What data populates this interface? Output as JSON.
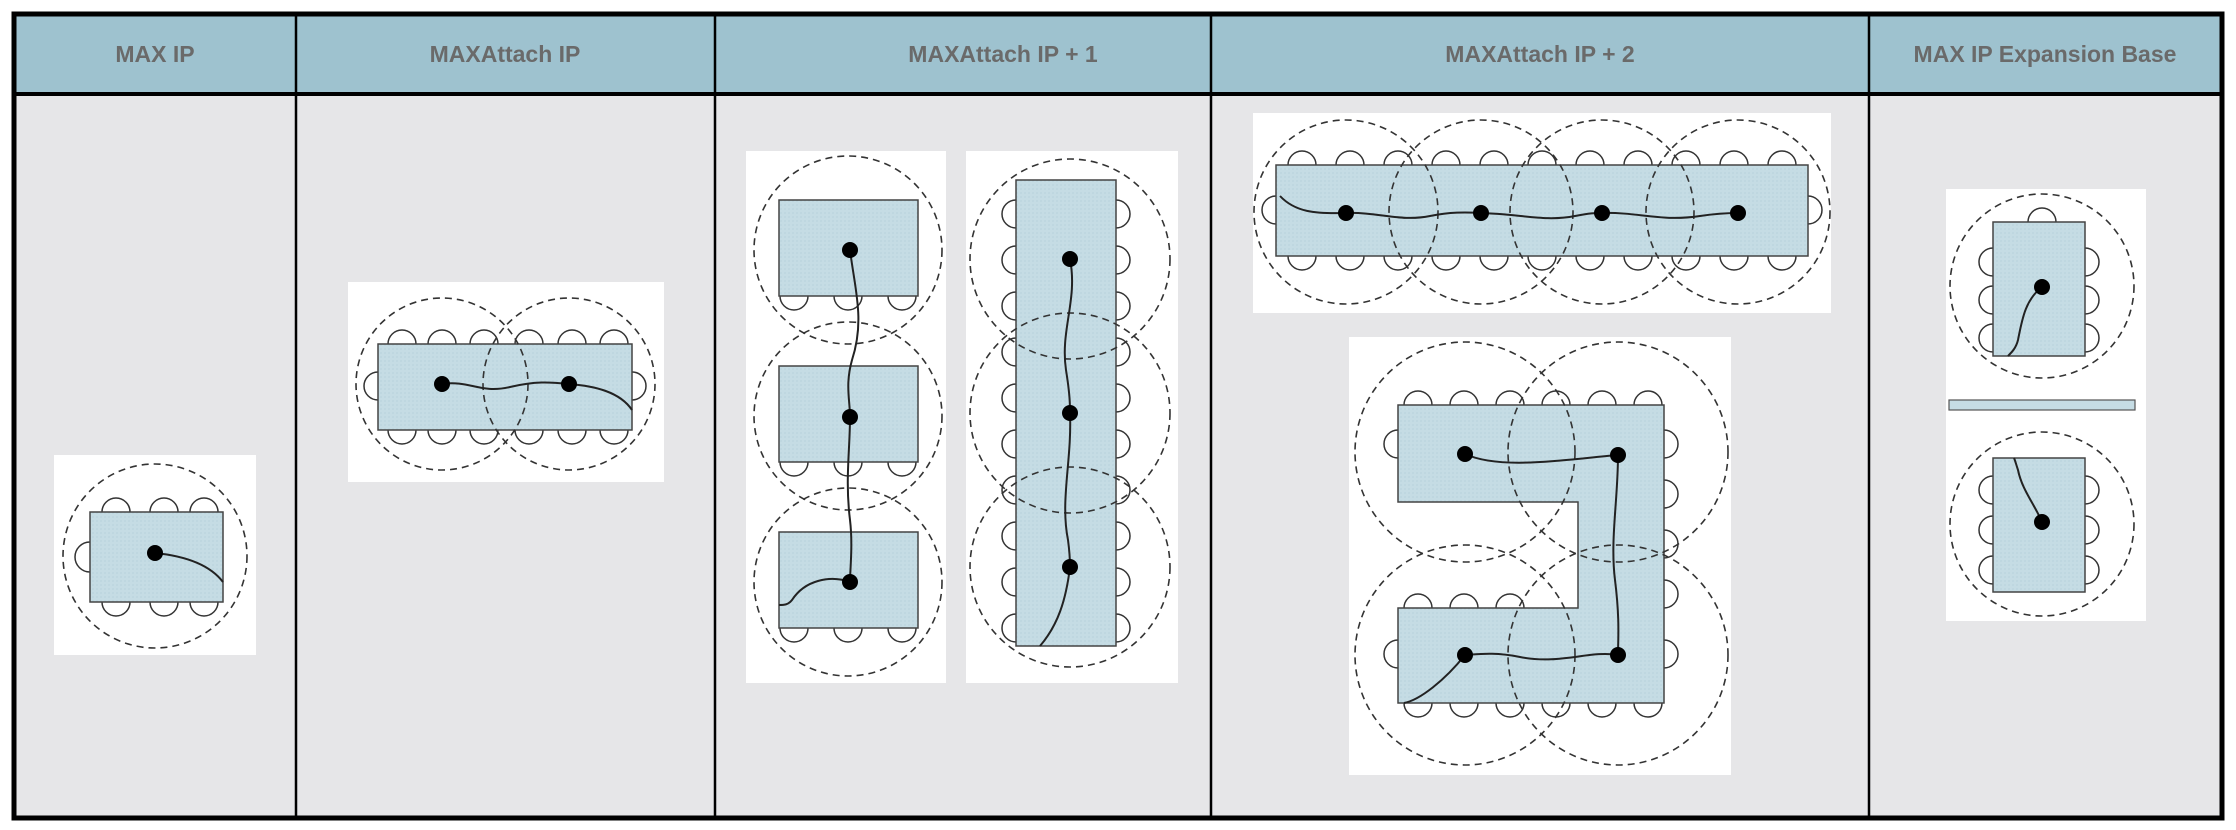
{
  "table": {
    "columns": [
      {
        "id": "max-ip",
        "header": "MAX IP",
        "microphones": 1
      },
      {
        "id": "maxattach-ip",
        "header": "MAXAttach IP",
        "microphones": 2
      },
      {
        "id": "maxattach-ip-plus-1",
        "header": "MAXAttach IP + 1",
        "microphones": 3
      },
      {
        "id": "maxattach-ip-plus-2",
        "header": "MAXAttach IP + 2",
        "microphones": 4
      },
      {
        "id": "max-ip-expansion-base",
        "header": "MAX IP Expansion Base",
        "microphones": 2
      }
    ]
  },
  "colors": {
    "header_bg": "#9ec2cf",
    "cell_bg": "#e6e6e8",
    "grid_line": "#000000",
    "table_fill": "#c5dce4",
    "header_text": "#6a6a6a",
    "diagram_bg": "#ffffff",
    "microphone": "#000000"
  },
  "icons": {
    "microphone": "microphone-dot-icon",
    "chair": "chair-icon",
    "pickup_zone": "pickup-range-circle-icon",
    "cable": "daisy-chain-cable-icon"
  }
}
